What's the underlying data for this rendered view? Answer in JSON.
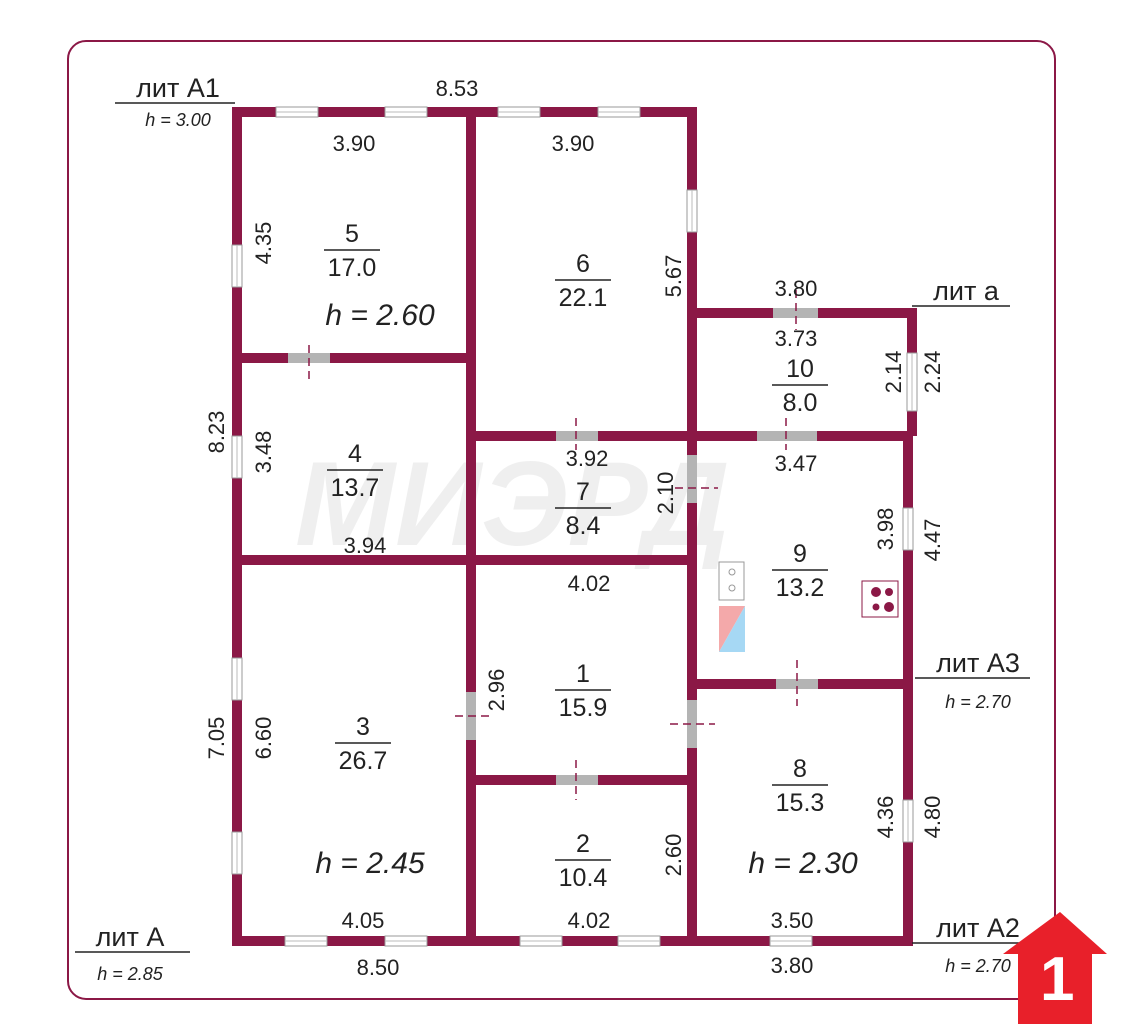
{
  "colors": {
    "wall": "#8b1846",
    "door": "#b4b4b4",
    "window": "#ffffff",
    "logo": "#e8202a"
  },
  "watermark": "МИЭРД",
  "rooms": [
    {
      "number": "5",
      "area": "17.0"
    },
    {
      "number": "6",
      "area": "22.1"
    },
    {
      "number": "10",
      "area": "8.0"
    },
    {
      "number": "4",
      "area": "13.7"
    },
    {
      "number": "7",
      "area": "8.4"
    },
    {
      "number": "9",
      "area": "13.2"
    },
    {
      "number": "3",
      "area": "26.7"
    },
    {
      "number": "1",
      "area": "15.9"
    },
    {
      "number": "2",
      "area": "10.4"
    },
    {
      "number": "8",
      "area": "15.3"
    }
  ],
  "dimensions": [
    "8.53",
    "3.90",
    "3.90",
    "4.35",
    "5.67",
    "3.80",
    "3.73",
    "2.14",
    "2.24",
    "3.48",
    "8.23",
    "3.92",
    "2.10",
    "3.47",
    "3.98",
    "4.47",
    "3.94",
    "4.02",
    "2.96",
    "6.60",
    "7.05",
    "4.36",
    "4.80",
    "2.60",
    "4.05",
    "4.02",
    "3.50",
    "8.50",
    "3.80"
  ],
  "ceiling_heights": [
    "h = 2.60",
    "h = 2.45",
    "h = 2.30"
  ],
  "liters": [
    {
      "name": "лит А1",
      "height": "h = 3.00"
    },
    {
      "name": "лит а",
      "height": ""
    },
    {
      "name": "лит А3",
      "height": "h = 2.70"
    },
    {
      "name": "лит А",
      "height": "h = 2.85"
    },
    {
      "name": "лит А2",
      "height": "h = 2.70"
    }
  ],
  "logo_glyph": "1"
}
